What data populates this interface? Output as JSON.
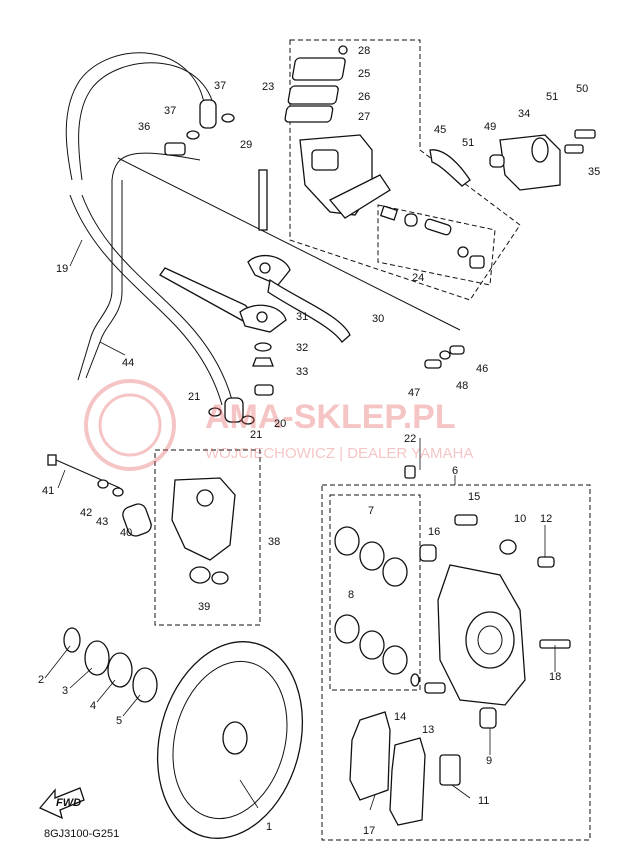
{
  "diagram_code": "8GJ3100-G251",
  "fwd_label": "FWD",
  "watermark": {
    "brand": "AMA-SKLEP.PL",
    "tagline": "WOJCIECHOWICZ | DEALER YAMAHA"
  },
  "callouts": [
    "1",
    "2",
    "3",
    "4",
    "5",
    "6",
    "7",
    "8",
    "9",
    "10",
    "11",
    "12",
    "13",
    "14",
    "15",
    "16",
    "17",
    "18",
    "19",
    "20",
    "21",
    "21",
    "22",
    "23",
    "24",
    "25",
    "26",
    "27",
    "28",
    "29",
    "30",
    "31",
    "32",
    "33",
    "34",
    "35",
    "36",
    "37",
    "37",
    "38",
    "39",
    "40",
    "41",
    "42",
    "43",
    "44",
    "45",
    "46",
    "47",
    "48",
    "49",
    "50",
    "51",
    "51"
  ],
  "colors": {
    "line": "#111111",
    "watermark": "#e35a5a",
    "background": "#ffffff"
  }
}
